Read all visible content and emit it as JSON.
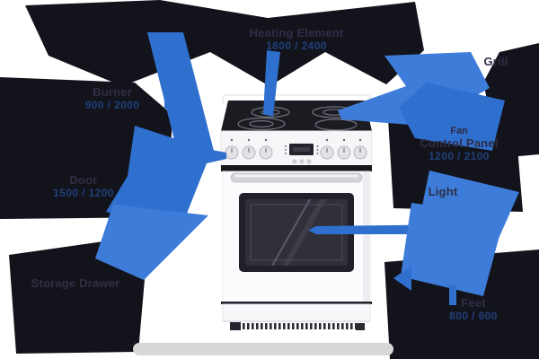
{
  "diagram": {
    "type": "appliance-callout-diagram",
    "subject": "electric range stove with ceramic cooktop and oven",
    "colors": {
      "arrow_blue": "#2f6fce",
      "arrow_blue_light": "#3d7cd8",
      "blob_dark": "#13131b",
      "label_text": "#302e46",
      "label_value_text": "#20407a",
      "cooktop_black": "#1b1b22",
      "body_white": "#fafafc",
      "shadow_gray": "#d8d8d8"
    },
    "labels": {
      "top": {
        "name": "Heating Element",
        "value": "1800 / 2400"
      },
      "left_upper": {
        "name": "Burner",
        "value": "900 / 2000"
      },
      "left_middle": {
        "name": "Door",
        "value": "1500 / 1200"
      },
      "bottom_left": {
        "name": "Storage Drawer"
      },
      "right_top": {
        "name": "Grill"
      },
      "right_middle": {
        "heading": "Fan",
        "name": "Control Panel",
        "value": "1200 / 2100"
      },
      "right_light": {
        "name": "Light"
      },
      "bottom_right": {
        "name": "Feet",
        "value": "800 / 600"
      }
    }
  }
}
